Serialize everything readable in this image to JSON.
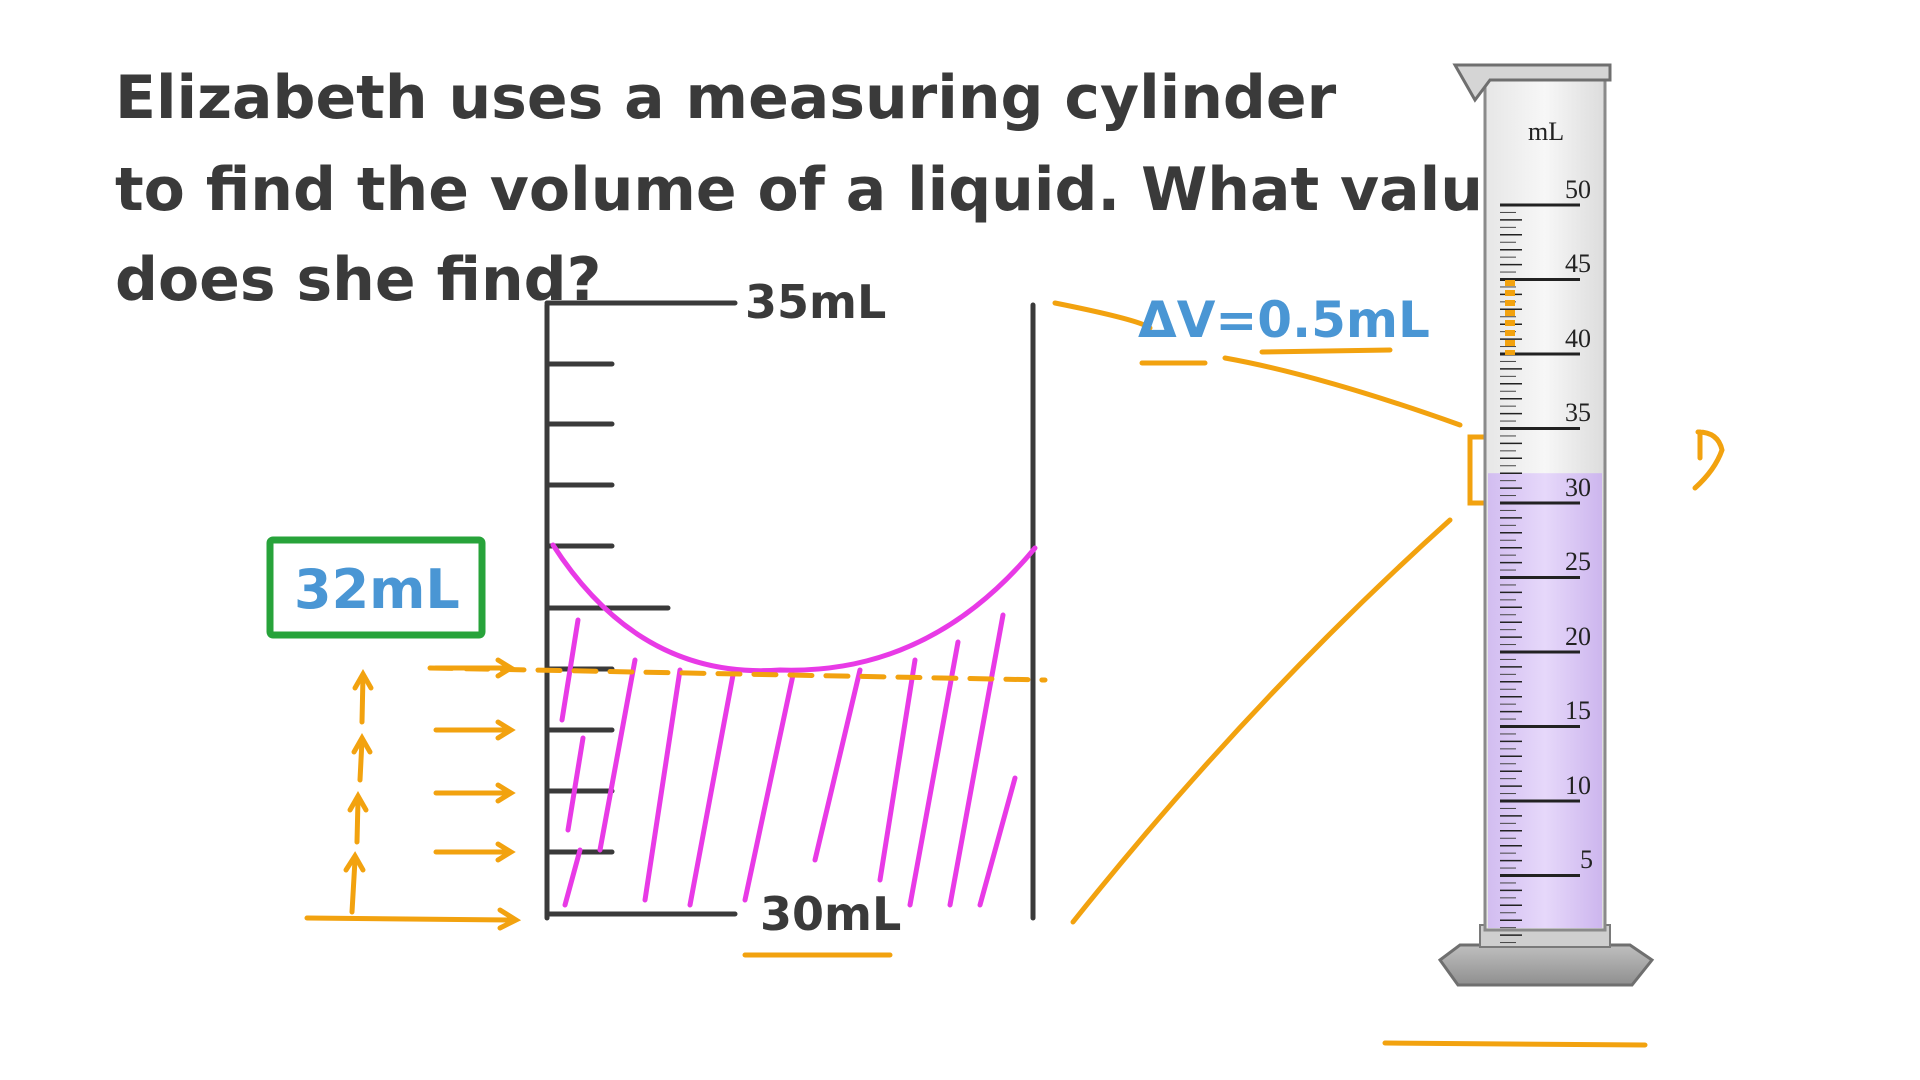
{
  "question": {
    "line1": "Elizabeth uses a measuring cylinder",
    "line2": "to find the volume of a liquid. What value",
    "line3": "does she find?"
  },
  "zoom": {
    "top_label": "35mL",
    "bottom_label": "30mL",
    "answer": "32mL",
    "delta_v": "ΔV=0.5mL"
  },
  "cylinder": {
    "unit": "mL",
    "scale_labels": [
      "50",
      "45",
      "40",
      "35",
      "30",
      "25",
      "20",
      "15",
      "10",
      "5"
    ],
    "liquid_volume_ml": 32,
    "max_ml": 50
  },
  "colors": {
    "text": "#3a3a3a",
    "orange": "#f2a20f",
    "magenta": "#e83ae6",
    "blue": "#4a96d4",
    "green": "#27a33a",
    "liquid": "#e0ccf7"
  }
}
